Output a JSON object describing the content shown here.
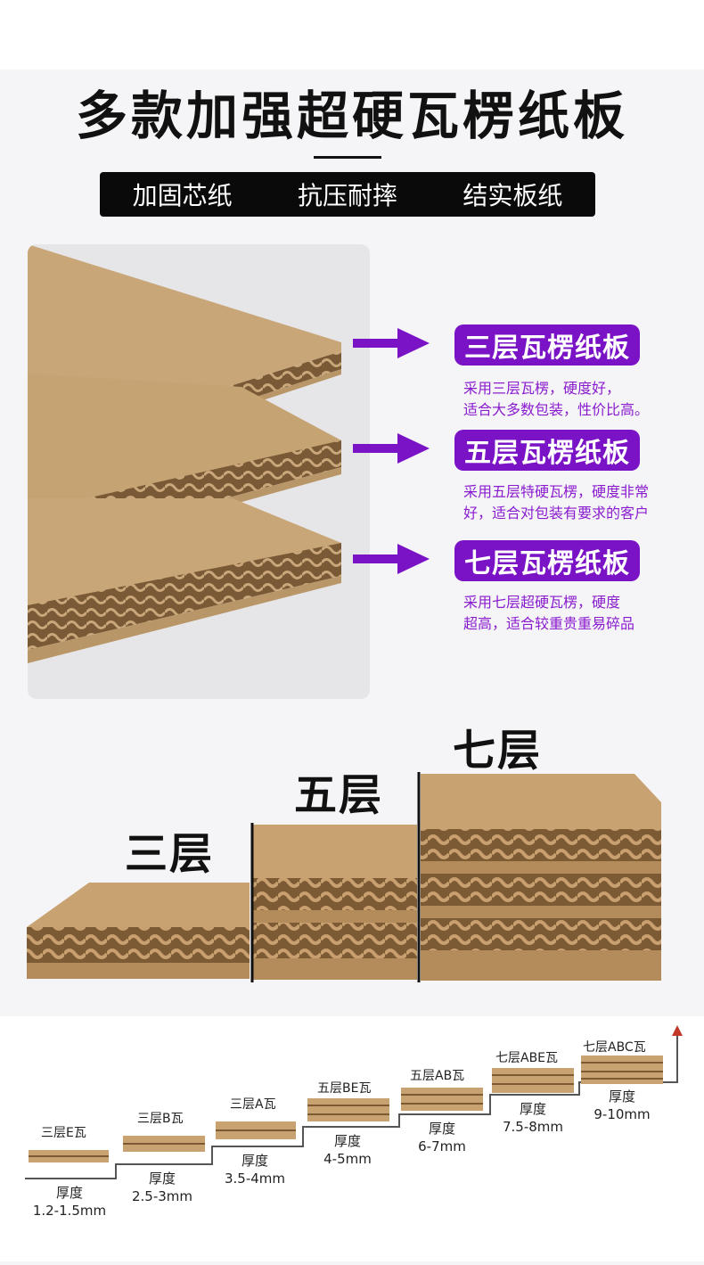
{
  "title": "多款加强超硬瓦楞纸板",
  "tags": [
    "加固芯纸",
    "抗压耐摔",
    "结实板纸"
  ],
  "products": [
    {
      "name": "三层瓦楞纸板",
      "desc_lines": [
        "采用三层瓦楞，硬度好，",
        "适合大多数包装，性价比高。"
      ]
    },
    {
      "name": "五层瓦楞纸板",
      "desc_lines": [
        "采用五层特硬瓦楞，硬度非常",
        "好，适合对包装有要求的客户"
      ]
    },
    {
      "name": "七层瓦楞纸板",
      "desc_lines": [
        "采用七层超硬瓦楞，硬度",
        "超高，适合较重贵重易碎品"
      ]
    }
  ],
  "layer_labels": [
    "三层",
    "五层",
    "七层"
  ],
  "grades": [
    {
      "name": "三层E瓦",
      "thickness_label": "厚度",
      "thickness": "1.2-1.5mm"
    },
    {
      "name": "三层B瓦",
      "thickness_label": "厚度",
      "thickness": "2.5-3mm"
    },
    {
      "name": "三层A瓦",
      "thickness_label": "厚度",
      "thickness": "3.5-4mm"
    },
    {
      "name": "五层BE瓦",
      "thickness_label": "厚度",
      "thickness": "4-5mm"
    },
    {
      "name": "五层AB瓦",
      "thickness_label": "厚度",
      "thickness": "6-7mm"
    },
    {
      "name": "七层ABE瓦",
      "thickness_label": "厚度",
      "thickness": "7.5-8mm"
    },
    {
      "name": "七层ABC瓦",
      "thickness_label": "厚度",
      "thickness": "9-10mm"
    }
  ],
  "colors": {
    "accent": "#7a12c6",
    "kraft": "#c9a77a",
    "kraft_dark": "#8a6a44"
  }
}
